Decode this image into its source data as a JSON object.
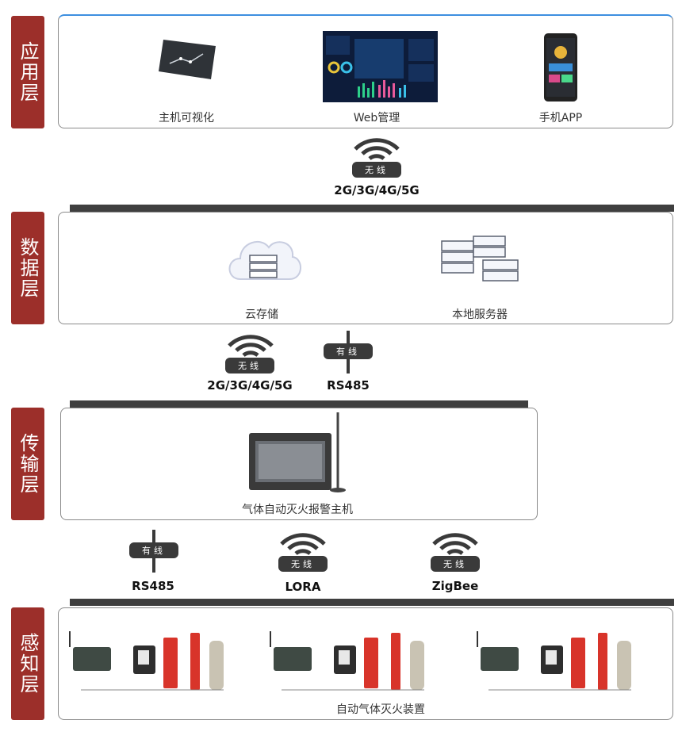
{
  "layers": {
    "application": {
      "tab": "应用层",
      "items": [
        "主机可视化",
        "Web管理",
        "手机APP"
      ]
    },
    "data": {
      "tab": "数据层",
      "items": [
        "云存储",
        "本地服务器"
      ]
    },
    "transmission": {
      "tab": "传输层",
      "items": [
        "气体自动灭火报警主机"
      ]
    },
    "perception": {
      "tab": "感知层",
      "items": [
        "自动气体灭火装置"
      ]
    }
  },
  "links": {
    "app_data": {
      "wireless_pill": "无线",
      "label": "2G/3G/4G/5G"
    },
    "data_trans": {
      "wireless_pill": "无线",
      "wireless_label": "2G/3G/4G/5G",
      "wired_pill": "有线",
      "wired_label": "RS485"
    },
    "trans_perc": {
      "wired_pill": "有线",
      "wired_label": "RS485",
      "lora_pill": "无线",
      "lora_label": "LORA",
      "zigbee_pill": "无线",
      "zigbee_label": "ZigBee"
    }
  },
  "colors": {
    "tab_red": "#9c2f2a",
    "bar_dark": "#3f3f3f",
    "accent_blue": "#3d8fe0",
    "device_red": "#d8342a"
  }
}
